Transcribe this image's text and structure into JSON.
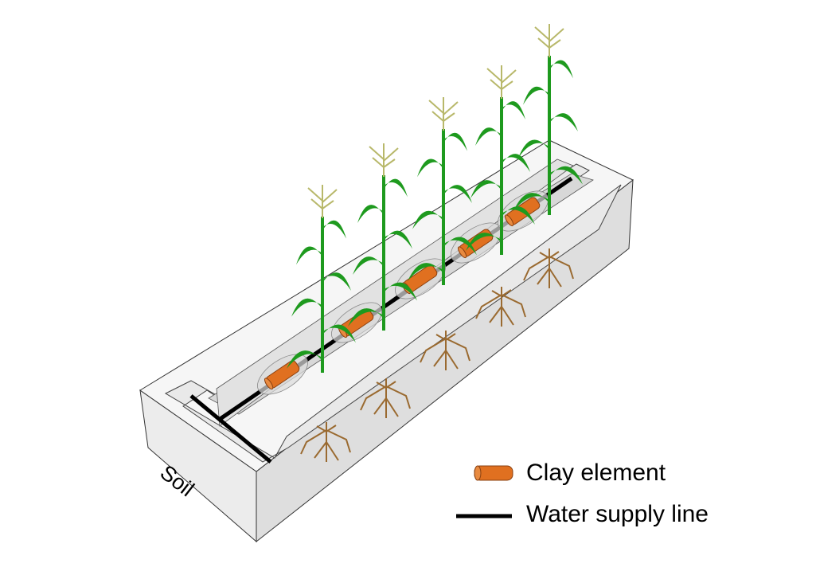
{
  "diagram": {
    "soil_label": "Soil",
    "legend": [
      {
        "label": "Clay element",
        "symbol": "clay-element",
        "color": "#e07020"
      },
      {
        "label": "Water supply line",
        "symbol": "water-line",
        "color": "#000000"
      }
    ],
    "colors": {
      "soil": "#e4e4e4",
      "plant": "#1e9a1e",
      "root": "#9a6a30",
      "clay": "#e07020",
      "pipe": "#000000"
    },
    "plant_count": 5,
    "clay_element_count": 5
  }
}
